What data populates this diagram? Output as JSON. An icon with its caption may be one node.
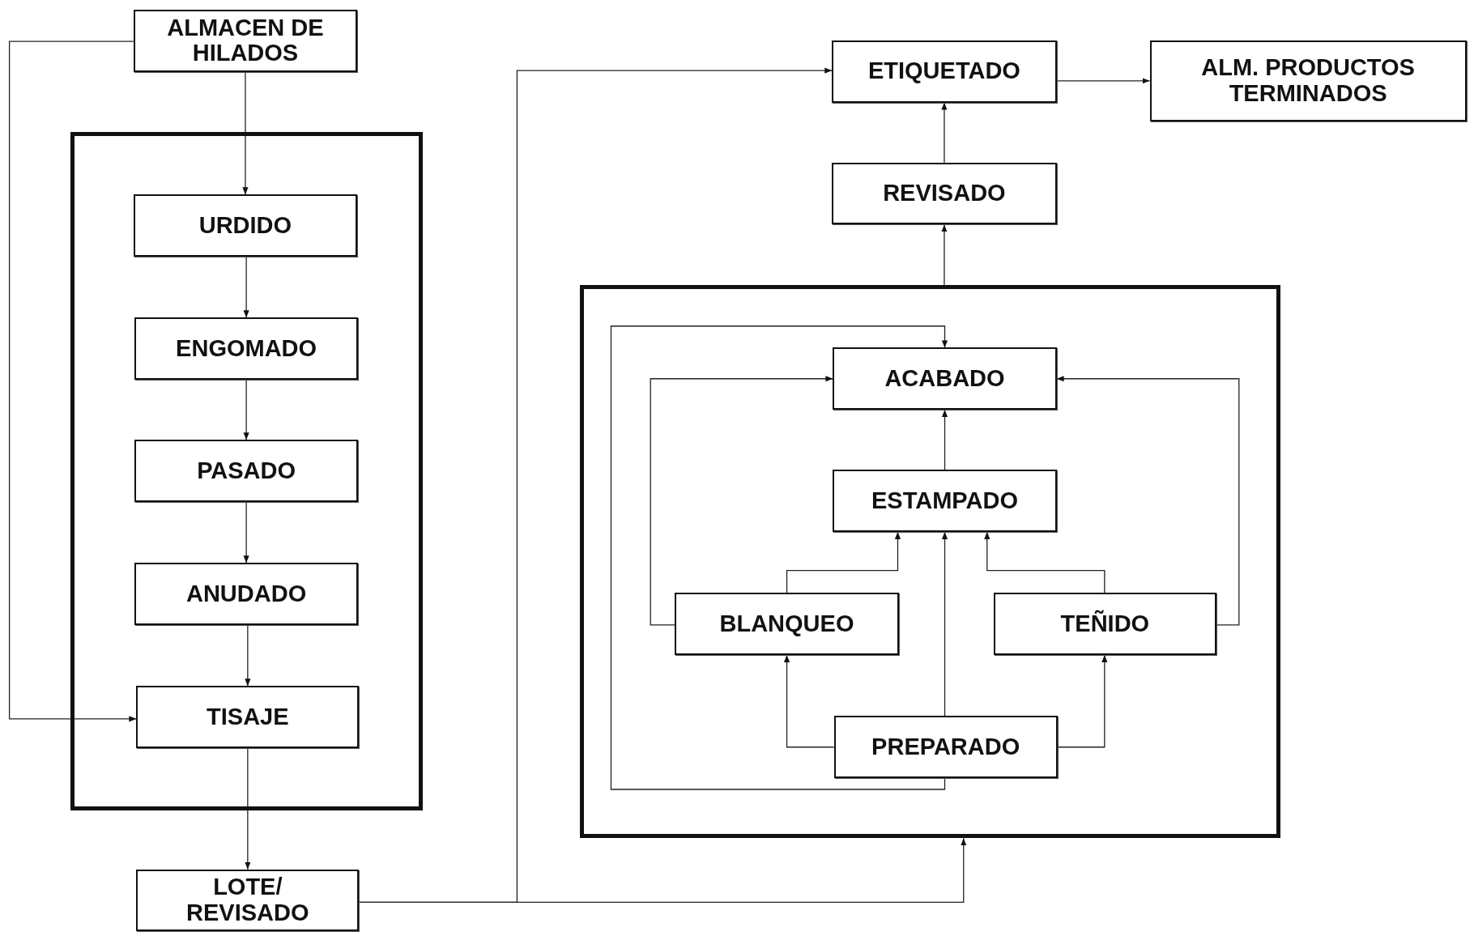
{
  "diagram": {
    "nodes": [
      {
        "text": [
          "ALMACEN DE HILADOS"
        ]
      },
      {
        "text": [],
        "shape": "box"
      },
      {
        "text": [
          "URDIDO"
        ],
        "in": 1
      },
      {
        "text": [
          "ENGOMADO"
        ],
        "in": 1
      },
      {
        "text": [
          "PASADO"
        ],
        "in": 1
      },
      {
        "text": [
          "ANUDADO"
        ],
        "in": 1
      },
      {
        "text": [
          "TISAJE"
        ],
        "in": 1
      },
      {
        "text": [
          "LOTE/ REVISADO"
        ]
      },
      {
        "text": [
          "ETIQUETADO"
        ]
      },
      {
        "text": [
          "ALM. PRODUCTOS TERMINADOS"
        ]
      },
      {
        "text": [
          "REVISADO"
        ]
      },
      {
        "text": [],
        "shape": "box"
      },
      {
        "text": [
          "ACABADO"
        ],
        "in": 11
      },
      {
        "text": [
          "ESTAMPADO"
        ],
        "in": 11
      },
      {
        "text": [
          "BLANQUEO"
        ],
        "in": 11
      },
      {
        "text": [
          "TEÑIDO"
        ],
        "in": 11
      },
      {
        "text": [
          "PREPARADO"
        ],
        "in": 11
      }
    ],
    "edges": [
      {
        "from": 0,
        "to": 2,
        "arrow": "to"
      },
      {
        "from": 0,
        "to": 6,
        "arrow": "to"
      },
      {
        "from": 2,
        "to": 3,
        "arrow": "to"
      },
      {
        "from": 3,
        "to": 4,
        "arrow": "to"
      },
      {
        "from": 4,
        "to": 5,
        "arrow": "to"
      },
      {
        "from": 5,
        "to": 6,
        "arrow": "to"
      },
      {
        "from": 6,
        "to": 7,
        "arrow": "to"
      },
      {
        "from": 7,
        "to": 8,
        "arrow": "to"
      },
      {
        "from": 7,
        "to": 11,
        "arrow": "to"
      },
      {
        "from": 11,
        "to": 10,
        "arrow": "to"
      },
      {
        "from": 10,
        "to": 8,
        "arrow": "to"
      },
      {
        "from": 8,
        "to": 9,
        "arrow": "to"
      },
      {
        "from": 16,
        "to": 12,
        "arrow": "to"
      },
      {
        "from": 14,
        "to": 12,
        "arrow": "to"
      },
      {
        "from": 15,
        "to": 12,
        "arrow": "to"
      },
      {
        "from": 13,
        "to": 12,
        "arrow": "to"
      },
      {
        "from": 14,
        "to": 13,
        "arrow": "to"
      },
      {
        "from": 15,
        "to": 13,
        "arrow": "to"
      },
      {
        "from": 16,
        "to": 13,
        "arrow": "to"
      },
      {
        "from": 16,
        "to": 14,
        "arrow": "to"
      },
      {
        "from": 16,
        "to": 15,
        "arrow": "to"
      }
    ]
  }
}
